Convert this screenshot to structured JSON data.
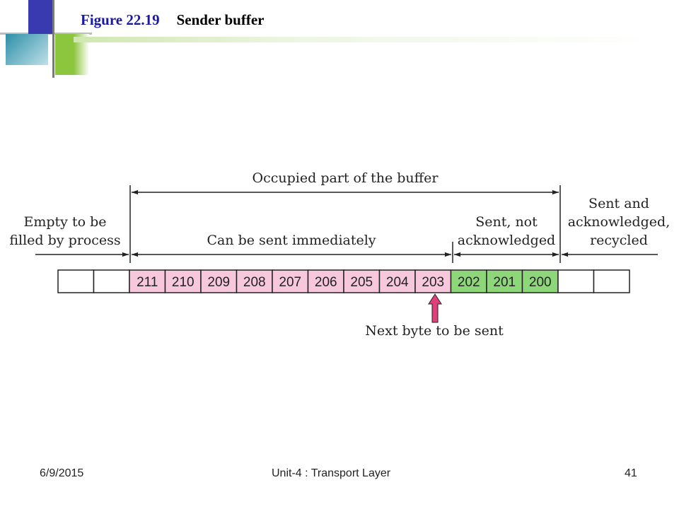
{
  "slide": {
    "title_number": "Figure 22.19",
    "title_text": "Sender buffer"
  },
  "diagram": {
    "labels": {
      "occupied": "Occupied part of the buffer",
      "empty_line1": "Empty to be",
      "empty_line2": "filled by process",
      "can_send": "Can be sent immediately",
      "sent_not_ack_line1": "Sent, not",
      "sent_not_ack_line2": "acknowledged",
      "sent_ack_line1": "Sent and",
      "sent_ack_line2": "acknowledged,",
      "sent_ack_line3": "recycled",
      "next_byte": "Next byte to be sent"
    },
    "cells": [
      {
        "label": "",
        "state": "empty"
      },
      {
        "label": "",
        "state": "empty"
      },
      {
        "label": "211",
        "state": "can-send"
      },
      {
        "label": "210",
        "state": "can-send"
      },
      {
        "label": "209",
        "state": "can-send"
      },
      {
        "label": "208",
        "state": "can-send"
      },
      {
        "label": "207",
        "state": "can-send"
      },
      {
        "label": "206",
        "state": "can-send"
      },
      {
        "label": "205",
        "state": "can-send"
      },
      {
        "label": "204",
        "state": "can-send"
      },
      {
        "label": "203",
        "state": "can-send"
      },
      {
        "label": "202",
        "state": "sent-not-ack"
      },
      {
        "label": "201",
        "state": "sent-not-ack"
      },
      {
        "label": "200",
        "state": "sent-not-ack"
      },
      {
        "label": "",
        "state": "recycled"
      },
      {
        "label": "",
        "state": "recycled"
      }
    ],
    "colors": {
      "empty": "#ffffff",
      "can-send": "#f7c8dc",
      "sent-not-ack": "#8ed67a",
      "recycled": "#ffffff",
      "pointer": "#e0407a"
    }
  },
  "footer": {
    "date": "6/9/2015",
    "title": "Unit-4 : Transport Layer",
    "page": "41"
  }
}
